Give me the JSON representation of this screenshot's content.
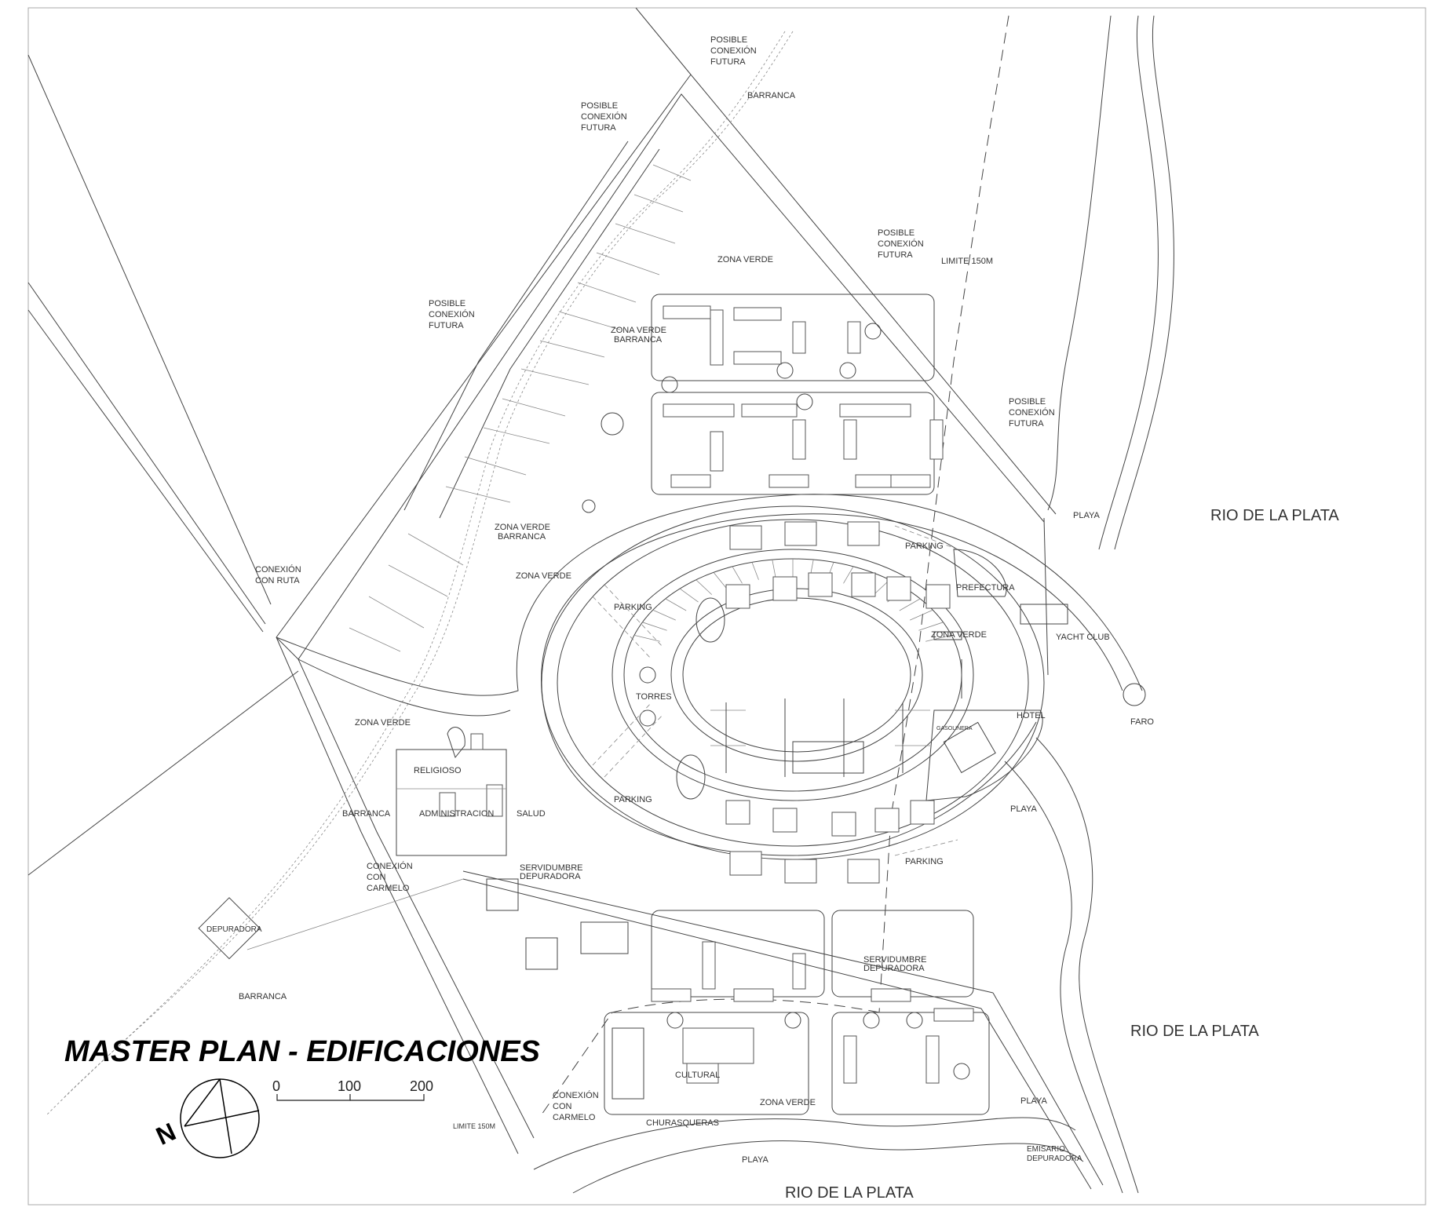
{
  "title": "MASTER PLAN - EDIFICACIONES",
  "scale_bar": {
    "ticks": [
      "0",
      "100",
      "200"
    ]
  },
  "north_symbol": "N",
  "river_labels": [
    "RIO DE LA PLATA",
    "RIO DE LA PLATA",
    "RIO DE LA PLATA"
  ],
  "labels": {
    "posible_1": [
      "POSIBLE",
      "CONEXIÓN",
      "FUTURA"
    ],
    "posible_2": [
      "POSIBLE",
      "CONEXIÓN",
      "FUTURA"
    ],
    "posible_3": [
      "POSIBLE",
      "CONEXIÓN",
      "FUTURA"
    ],
    "posible_4": [
      "POSIBLE",
      "CONEXIÓN",
      "FUTURA"
    ],
    "posible_5": [
      "POSIBLE",
      "CONEXIÓN",
      "FUTURA"
    ],
    "barranca_top": "BARRANCA",
    "barranca_left": "BARRANCA",
    "barranca_bottom": "BARRANCA",
    "zona_verde_top": "ZONA VERDE",
    "zona_verde_barranca_1": [
      "ZONA VERDE",
      "BARRANCA"
    ],
    "zona_verde_barranca_2": [
      "ZONA VERDE",
      "BARRANCA"
    ],
    "zona_verde_mid": "ZONA VERDE",
    "zona_verde_left": "ZONA VERDE",
    "zona_verde_right": "ZONA VERDE",
    "zona_verde_bottom": "ZONA VERDE",
    "limite_top": "LIMITE 150M",
    "limite_bottom": "LIMITE 150M",
    "conexion_ruta": [
      "CONEXIÓN",
      "CON RUTA"
    ],
    "conexion_carmelo_1": [
      "CONEXIÓN",
      "CON",
      "CARMELO"
    ],
    "conexion_carmelo_2": [
      "CONEXIÓN",
      "CON",
      "CARMELO"
    ],
    "parking_1": "PARKING",
    "parking_2": "PARKING",
    "parking_3": "PARKING",
    "parking_4": "PARKING",
    "prefectura": "PREFECTURA",
    "yacht_club": "YACHT CLUB",
    "faro": "FARO",
    "torres": "TORRES",
    "hotel": "HOTEL",
    "gasolinera": "GASOLINERA",
    "playa_1": "PLAYA",
    "playa_2": "PLAYA",
    "playa_3": "PLAYA",
    "playa_4": "PLAYA",
    "religioso": "RELIGIOSO",
    "administracion": "ADMINISTRACION",
    "salud": "SALUD",
    "servidumbre_1": [
      "SERVIDUMBRE",
      "DEPURADORA"
    ],
    "servidumbre_2": [
      "SERVIDUMBRE",
      "DEPURADORA"
    ],
    "depuradora": "DEPURADORA",
    "cultural": "CULTURAL",
    "churrasqueras": "CHURASQUERAS",
    "emisario": [
      "EMISARIO",
      "DEPURADORA"
    ]
  }
}
